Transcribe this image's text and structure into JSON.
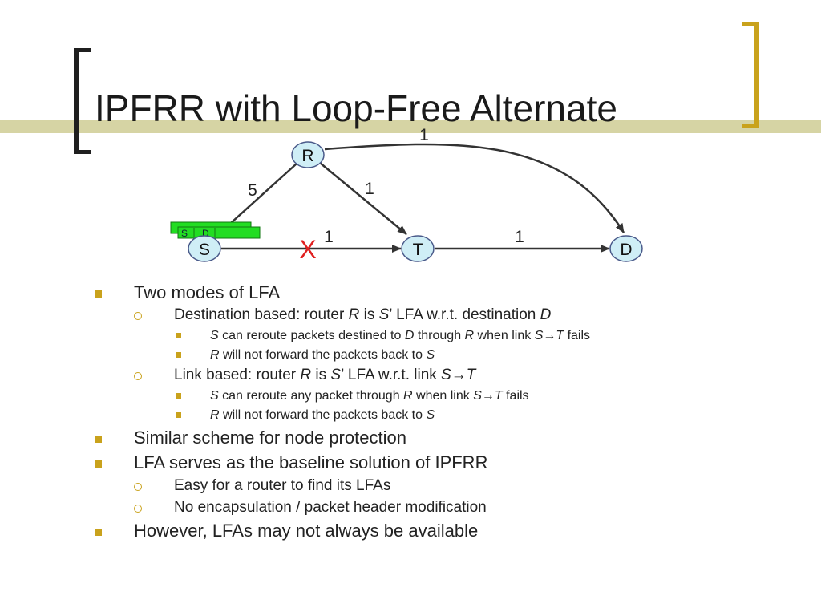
{
  "slide": {
    "title": "IPFRR with Loop-Free Alternate",
    "bracket_colors": {
      "left": "#1f1f1f",
      "right": "#c9a21c"
    },
    "band_color": "#d6d4a4"
  },
  "diagram": {
    "nodes": {
      "R": "R",
      "S": "S",
      "T": "T",
      "D": "D"
    },
    "edge_weights": {
      "r_d": "1",
      "s_r": "5",
      "r_t": "1",
      "s_t": "1",
      "t_d": "1"
    },
    "failed_link_mark": "X",
    "packet": {
      "src": "S",
      "dst": "D"
    },
    "colors": {
      "node_fill": "#cfeef6",
      "node_stroke": "#4a5a8a",
      "packet": "#22dd22",
      "failure": "#e02020"
    }
  },
  "bullets": {
    "b1": "Two modes of LFA",
    "b1_1": {
      "a": "Destination based: router ",
      "r": "R",
      "b": " is ",
      "s": "S",
      "c": "’ LFA w.r.t. destination ",
      "d": "D"
    },
    "b1_1_1": {
      "s": "S",
      "a": " can reroute packets destined to ",
      "d": "D",
      "b": " through ",
      "r": "R",
      "c": " when link ",
      "link": "S→T",
      "e": " fails"
    },
    "b1_1_2": {
      "r": "R",
      "a": " will not forward the packets back to ",
      "s": "S"
    },
    "b1_2": {
      "a": "Link based: router ",
      "r": "R",
      "b": " is ",
      "s": "S",
      "c": "’ LFA w.r.t. link ",
      "link": "S→T"
    },
    "b1_2_1": {
      "s": "S",
      "a": " can reroute any packet through ",
      "r": "R",
      "b": " when link ",
      "link": "S→T",
      "c": " fails"
    },
    "b1_2_2": {
      "r": "R",
      "a": " will not forward the packets back to ",
      "s": "S"
    },
    "b2": "Similar scheme for node protection",
    "b3": "LFA serves as the baseline solution of IPFRR",
    "b3_1": "Easy for a router to find its LFAs",
    "b3_2": "No encapsulation / packet header modification",
    "b4": "However, LFAs may not always be available"
  }
}
